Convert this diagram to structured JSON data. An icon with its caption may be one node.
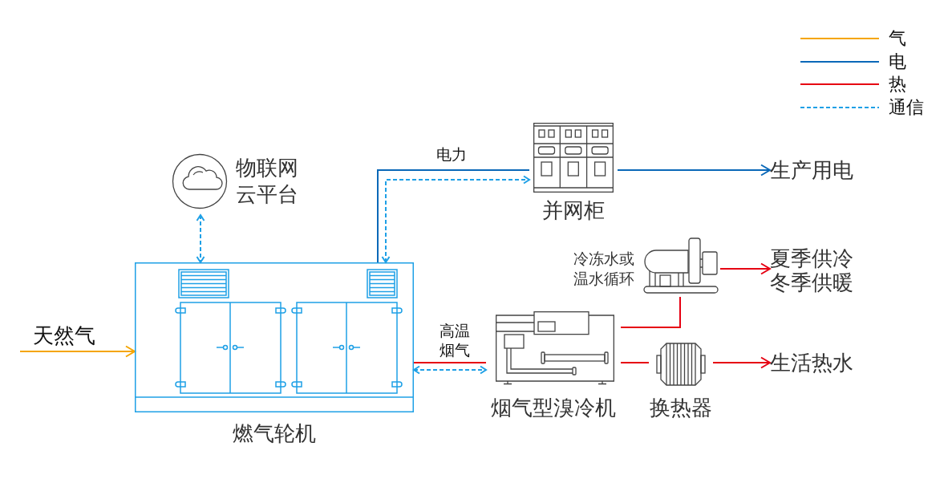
{
  "diagram": {
    "nodes": [
      {
        "text": [
          "物联网云平台"
        ]
      },
      {
        "text": [
          "并网柜"
        ]
      },
      {
        "text": [
          "生产用电"
        ]
      },
      {
        "text": [
          "冷冻水或温水循环"
        ]
      },
      {
        "text": [
          "夏季供冷冬季供暖"
        ]
      },
      {
        "text": [
          "燃气轮机"
        ]
      },
      {
        "text": [
          "烟气型溴冷机"
        ]
      },
      {
        "text": [
          "换热器"
        ]
      },
      {
        "text": [
          "生活热水"
        ]
      }
    ],
    "edges": [
      {
        "from": null,
        "to": 5,
        "arrow": "to",
        "label": "天然气",
        "color": "#f5a500"
      },
      {
        "from": 0,
        "to": 5,
        "arrow": "both",
        "style": "dashed",
        "color": "#1ea0e6"
      },
      {
        "from": 5,
        "to": 1,
        "arrow": "none",
        "label": "电力",
        "color": "#0a68b8"
      },
      {
        "from": 5,
        "to": 1,
        "arrow": "both",
        "style": "dashed",
        "color": "#1ea0e6"
      },
      {
        "from": 1,
        "to": 2,
        "arrow": "to",
        "color": "#0a68b8"
      },
      {
        "from": 5,
        "to": 6,
        "arrow": "none",
        "label": "高温烟气"
      },
      {
        "from": 5,
        "to": 6,
        "arrow": "both",
        "style": "dashed",
        "color": "#1ea0e6"
      },
      {
        "from": 6,
        "to": 3,
        "arrow": "none"
      },
      {
        "from": 3,
        "to": 4,
        "arrow": "to"
      },
      {
        "from": 6,
        "to": 7,
        "arrow": "none"
      },
      {
        "from": 7,
        "to": 8,
        "arrow": "to"
      }
    ],
    "legend": [
      {
        "text": "气"
      },
      {
        "text": "电"
      },
      {
        "text": "热"
      },
      {
        "text": "通信"
      }
    ]
  }
}
